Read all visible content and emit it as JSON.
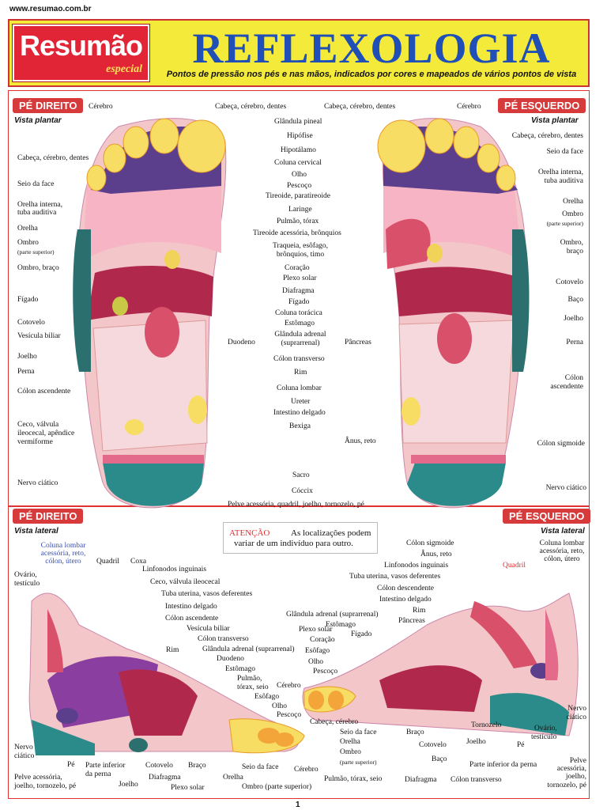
{
  "header": {
    "url": "www.resumao.com.br",
    "logo_main": "Resumão",
    "logo_sub": "especial",
    "title": "REFLEXOLOGIA",
    "subtitle": "Pontos de pressão nos pés e nas mãos, indicados por cores e mapeados de vários pontos de vista"
  },
  "plantar": {
    "right_tag": "PÉ DIREITO",
    "right_view": "Vista plantar",
    "left_tag": "PÉ ESQUERDO",
    "left_view": "Vista plantar",
    "left_labels": [
      "Cérebro",
      "Cabeça, cérebro, dentes",
      "Seio da face",
      "Orelha interna,",
      "tuba auditiva",
      "Orelha",
      "Ombro",
      "(parte superior)",
      "Ombro, braço",
      "Fígado",
      "Cotovelo",
      "Vesícula biliar",
      "Joelho",
      "Perna",
      "Cólon ascendente",
      "Ceco, válvula",
      "ileocecal, apêndice",
      "vermiforme",
      "Nervo ciático"
    ],
    "center_labels": [
      "Cabeça, cérebro, dentes",
      "Glândula pineal",
      "Hipófise",
      "Hipotálamo",
      "Coluna cervical",
      "Olho",
      "Pescoço",
      "Tireoide, paratireoide",
      "Laringe",
      "Pulmão, tórax",
      "Tireoide acessória, brônquios",
      "Traqueia, esôfago,",
      "brônquios, timo",
      "Coração",
      "Plexo solar",
      "Diafragma",
      "Fígado",
      "Coluna torácica",
      "Estômago",
      "Glândula adrenal",
      "(suprarrenal)",
      "Cólon transverso",
      "Rim",
      "Coluna lombar",
      "Ureter",
      "Intestino delgado",
      "Bexiga",
      "Sacro",
      "Cóccix",
      "Pelve acessória, quadril, joelho, tornozelo, pé"
    ],
    "mid_labels": [
      "Duodeno",
      "Pâncreas",
      "Ânus, reto"
    ],
    "right_labels": [
      "Cabeça, cérebro, dentes",
      "Cérebro",
      "Cabeça, cérebro, dentes",
      "Seio da face",
      "Orelha interna,",
      "tuba auditiva",
      "Orelha",
      "Ombro",
      "(parte superior)",
      "Ombro,",
      "braço",
      "Cotovelo",
      "Baço",
      "Joelho",
      "Perna",
      "Cólon",
      "ascendente",
      "Cólon sigmoide",
      "Nervo ciático"
    ]
  },
  "lateral": {
    "right_tag": "PÉ DIREITO",
    "right_view": "Vista lateral",
    "left_tag": "PÉ ESQUERDO",
    "left_view": "Vista lateral",
    "attention_word": "ATENÇÃO",
    "attention_text_1": "As localizações podem",
    "attention_text_2": "variar de um indivíduo para outro.",
    "left_labels": [
      "Coluna lombar",
      "acessória, reto,",
      "cólon, útero",
      "Quadril",
      "Coxa",
      "Linfonodos inguinais",
      "Ovário,",
      "testículo",
      "Ceco, válvula ileocecal",
      "Tuba uterina, vasos deferentes",
      "Intestino delgado",
      "Cólon ascendente",
      "Vesícula biliar",
      "Cólon transverso",
      "Rim",
      "Glândula adrenal (suprarrenal)",
      "Duodeno",
      "Estômago",
      "Pulmão,",
      "tórax, seio",
      "Cérebro",
      "Esôfago",
      "Olho",
      "Pescoço",
      "Nervo",
      "ciático",
      "Pé",
      "Parte inferior",
      "da perna",
      "Cotovelo",
      "Braço",
      "Seio da face",
      "Cérebro",
      "Pelve acessória,",
      "joelho, tornozelo, pé",
      "Joelho",
      "Diafragma",
      "Plexo solar",
      "Orelha",
      "Ombro (parte superior)"
    ],
    "right_labels": [
      "Cólon sigmoide",
      "Ânus, reto",
      "Linfonodos inguinais",
      "Tuba uterina, vasos deferentes",
      "Cólon descendente",
      "Intestino delgado",
      "Rim",
      "Glândula adrenal (suprarrenal)",
      "Pâncreas",
      "Estômago",
      "Plexo solar",
      "Fígado",
      "Coração",
      "Esôfago",
      "Olho",
      "Pescoço",
      "Quadril",
      "Coluna lombar",
      "acessória, reto,",
      "cólon, útero",
      "Cabeça, cérebro",
      "Seio da face",
      "Orelha",
      "Ombro",
      "(parte superior)",
      "Pulmão, tórax, seio",
      "Braço",
      "Cotovelo",
      "Baço",
      "Diafragma",
      "Cólon transverso",
      "Tornozelo",
      "Joelho",
      "Pé",
      "Parte inferior da perna",
      "Ovário,",
      "testículo",
      "Nervo",
      "ciático",
      "Pelve",
      "acessória,",
      "joelho,",
      "tornozelo, pé"
    ]
  },
  "footer": {
    "page": "1"
  },
  "colors": {
    "banner": "#f4ea3a",
    "logo": "#e12536",
    "title": "#1f4fb7",
    "accent": "#d63a3a"
  }
}
